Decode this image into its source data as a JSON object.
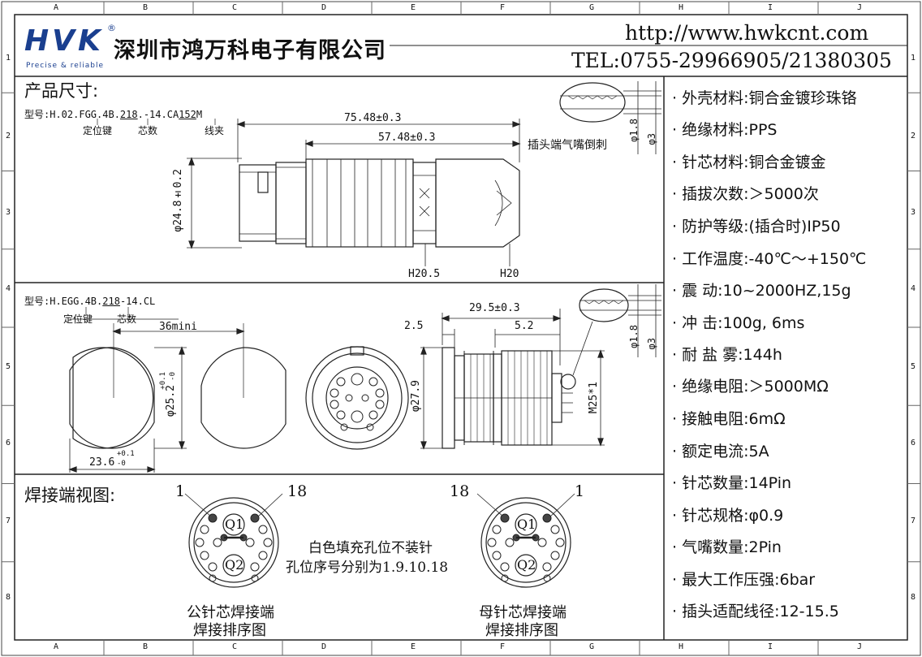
{
  "grid": {
    "cols": [
      "A",
      "B",
      "C",
      "D",
      "E",
      "F",
      "G",
      "H",
      "I",
      "J"
    ],
    "rows": [
      "1",
      "2",
      "3",
      "4",
      "5",
      "6",
      "7",
      "8"
    ]
  },
  "header": {
    "logo_text": "HVK",
    "logo_registered": "®",
    "logo_tagline": "Precise & reliable",
    "company": "深圳市鸿万科电子有限公司",
    "url": "http://www.hwkcnt.com",
    "tel": "TEL:0755-29966905/21380305"
  },
  "section1": {
    "title": "产品尺寸:",
    "model_prefix": "型号:H.02.FGG.4B.",
    "model_pins": "218",
    "model_mid": ".-14.CA",
    "model_clamp": "152",
    "model_suffix": "M",
    "label_key": "定位键",
    "label_pins": "芯数",
    "label_clamp": "线夹",
    "dim_total": "75.48±0.3",
    "dim_body": "57.48±0.3",
    "dim_dia": "φ24.8±0.2",
    "hex1": "H20.5",
    "hex2": "H20",
    "nozzle_note": "插头端气嘴倒刺",
    "nozzle_d1": "φ1.8",
    "nozzle_d2": "φ3"
  },
  "section2": {
    "model_prefix": "型号:H.EGG.4B.",
    "model_pins": "218",
    "model_suffix": "-14.CL",
    "label_key": "定位键",
    "label_pins": "芯数",
    "dim_spacing": "36mini",
    "dim_cut_dia": "φ25.2",
    "dim_cut_tol_plus": "+0.1",
    "dim_cut_tol_minus": "-0",
    "dim_flat": "23.6",
    "dim_flat_tol_plus": "+0.1",
    "dim_flat_tol_minus": "-0",
    "dim_flange": "φ27.9",
    "dim_length": "29.5±0.3",
    "dim_2_5": "2.5",
    "dim_5_2": "5.2",
    "dim_thread": "M25*1",
    "nozzle_d1": "φ1.8",
    "nozzle_d2": "φ3"
  },
  "section3": {
    "title": "焊接端视图:",
    "male_num_left": "1",
    "male_num_right": "18",
    "female_num_left": "18",
    "female_num_right": "1",
    "q1": "Q1",
    "q2": "Q2",
    "note_line1": "白色填充孔位不装针",
    "note_line2": "孔位序号分别为1.9.10.18",
    "male_caption1": "公针芯焊接端",
    "male_caption2": "焊接排序图",
    "female_caption1": "母针芯焊接端",
    "female_caption2": "焊接排序图"
  },
  "specs": [
    "· 外壳材料:铜合金镀珍珠铬",
    "· 绝缘材料:PPS",
    "· 针芯材料:铜合金镀金",
    "· 插拔次数:＞5000次",
    "· 防护等级:(插合时)IP50",
    "· 工作温度:-40℃～+150℃",
    "· 震    动:10~2000HZ,15g",
    "· 冲    击:100g, 6ms",
    "· 耐 盐 雾:144h",
    "· 绝缘电阻:＞5000MΩ",
    "· 接触电阻:6mΩ",
    "· 额定电流:5A",
    "· 针芯数量:14Pin",
    "· 针芯规格:φ0.9",
    "· 气嘴数量:2Pin",
    "· 最大工作压强:6bar",
    "· 插头适配线径:12-15.5"
  ],
  "colors": {
    "line": "#222222",
    "brand": "#1a3f8f",
    "frame": "#333333"
  }
}
